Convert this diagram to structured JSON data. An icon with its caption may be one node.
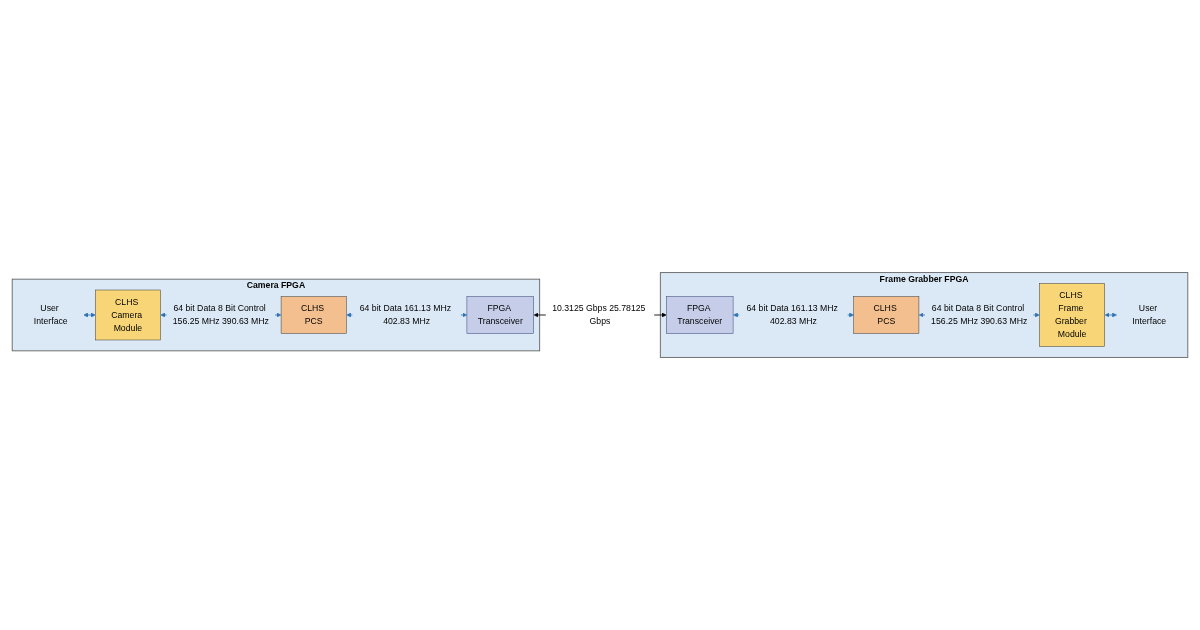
{
  "diagram": {
    "nodes": [
      {
        "text": [
          "Camera FPGA"
        ]
      },
      {
        "text": [
          "User Interface"
        ],
        "in": 0
      },
      {
        "text": [
          "CLHS Camera Module"
        ],
        "in": 0
      },
      {
        "text": [
          "CLHS PCS"
        ],
        "in": 0
      },
      {
        "text": [
          "FPGA Transceiver"
        ],
        "in": 0
      },
      {
        "text": [
          "Frame Grabber FPGA"
        ]
      },
      {
        "text": [
          "FPGA Transceiver"
        ],
        "in": 5
      },
      {
        "text": [
          "CLHS PCS"
        ],
        "in": 5
      },
      {
        "text": [
          "CLHS Frame Grabber Module"
        ],
        "in": 5
      },
      {
        "text": [
          "User Interface"
        ],
        "in": 5
      }
    ],
    "edges": [
      {
        "from": 1,
        "to": 2,
        "arrow": "both"
      },
      {
        "from": 2,
        "to": 3,
        "arrow": "both",
        "label": "64 bit Data 8 Bit Control 156.25 MHz 390.63 MHz"
      },
      {
        "from": 3,
        "to": 4,
        "arrow": "both",
        "label": "64 bit Data 161.13 MHz 402.83 MHz"
      },
      {
        "from": 4,
        "to": 6,
        "arrow": "both",
        "label": "10.3125 Gbps 25.78125 Gbps",
        "color": "#000000"
      },
      {
        "from": 6,
        "to": 7,
        "arrow": "both",
        "label": "64 bit Data 161.13 MHz 402.83 MHz"
      },
      {
        "from": 7,
        "to": 8,
        "arrow": "both",
        "label": "64 bit Data 8 Bit Control 156.25 MHz 390.63 MHz"
      },
      {
        "from": 8,
        "to": 9,
        "arrow": "both"
      }
    ]
  }
}
